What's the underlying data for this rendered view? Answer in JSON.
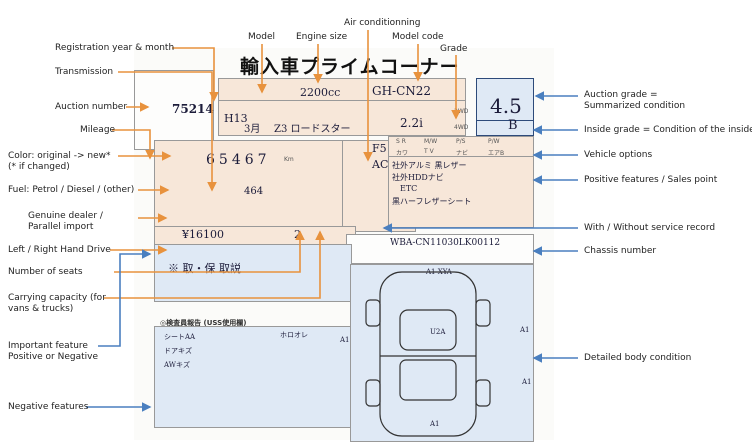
{
  "sheet": {
    "title": "輸入車プライムコーナー",
    "auction_number": "75214",
    "registration_year": "H13",
    "registration_month": "3月",
    "model": "Z3 ロードスター",
    "engine_size": "2200cc",
    "model_code": "GH-CN22",
    "grade": "2.2i",
    "door_options": [
      "2WD",
      "4WD"
    ],
    "auction_grade": "4.5",
    "inside_grade": "B",
    "mileage": "65467",
    "mileage_unit": "Km",
    "color_code": "464",
    "shift": "F5",
    "ac": "AC",
    "seats": "2",
    "price": "¥16100",
    "chassis_number": "WBA-CN11030LK00112",
    "options_row": [
      "S R",
      "M/W",
      "P/S",
      "P/W",
      "カワ",
      "T V",
      "ナビ",
      "エアB"
    ],
    "sales_points": [
      "社外アルミ 黒レザー",
      "社外HDDナビ",
      "ETC",
      "黒ハーフレザーシート"
    ],
    "important_notes": "※ 取・保 取説",
    "inspector_title": "◎検査員報告 (USS使用欄)",
    "negative_notes": [
      "シートAA",
      "ドアキズ",
      "AWキズ"
    ],
    "inspector_extra": "ホロオレ",
    "body_marks": [
      "A1 XYA",
      "A1",
      "A1",
      "U2A",
      "A1",
      "A1"
    ]
  },
  "labels": {
    "model": "Model",
    "engine_size": "Engine size",
    "air_conditioning": "Air conditionning",
    "model_code": "Model code",
    "grade": "Grade",
    "registration": "Registration year & month",
    "transmission": "Transmission",
    "auction_number": "Auction number",
    "mileage": "Mileage",
    "color": "Color: original -> new*",
    "color_note": "(* if changed)",
    "fuel": "Fuel: Petrol / Diesel / (other)",
    "dealer": "Genuine dealer /",
    "dealer2": "Parallel import",
    "drive": "Left / Right Hand Drive",
    "seats": "Number of seats",
    "capacity": "Carrying capacity (for",
    "capacity2": "vans & trucks)",
    "important": "Important feature",
    "important2": "Positive or Negative",
    "negative": "Negative features",
    "auction_grade": "Auction grade =",
    "auction_grade2": "Summarized condition",
    "inside_grade": "Inside grade = Condition of the inside",
    "vehicle_options": "Vehicle options",
    "positive": "Positive features / Sales point",
    "service": "With / Without service record",
    "chassis": "Chassis number",
    "body": "Detailed body condition"
  },
  "colors": {
    "arrow_orange": "#e8923d",
    "arrow_blue": "#4a7fbf",
    "field_peach": "#f7e7d9",
    "field_blue": "#dfe9f5"
  }
}
